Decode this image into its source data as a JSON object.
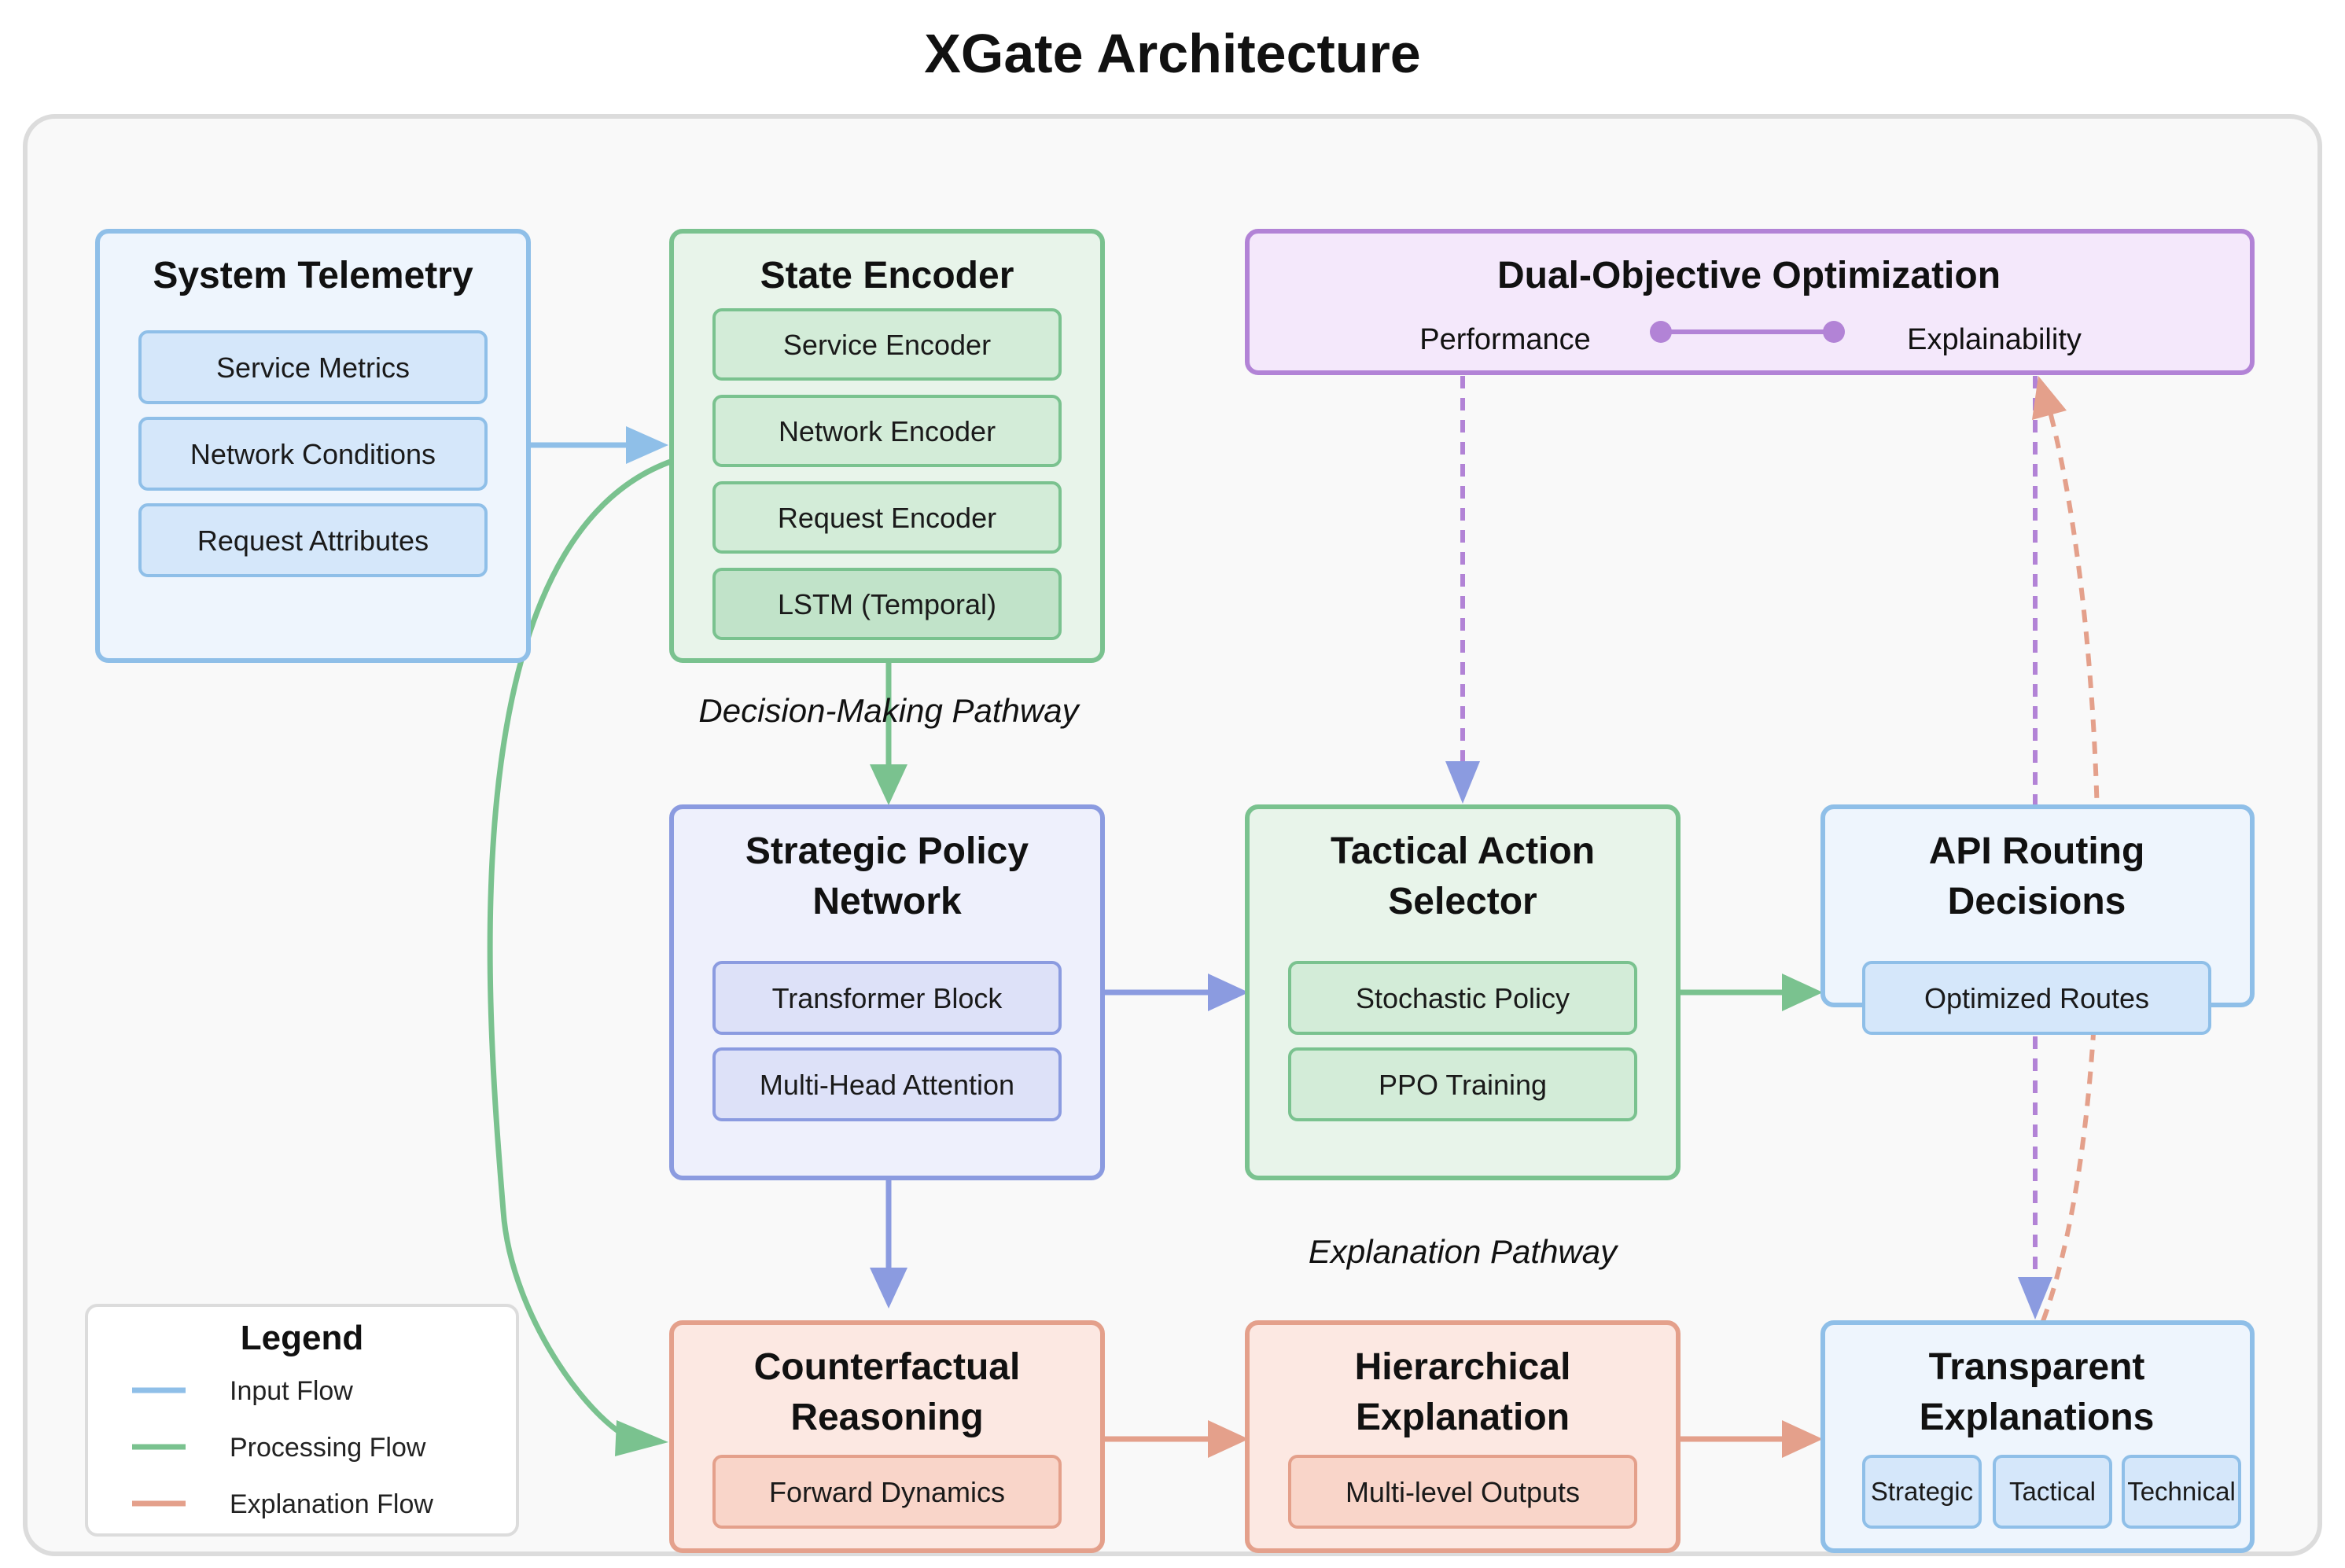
{
  "title": "XGate Architecture",
  "colors": {
    "input": "#8fbfe8",
    "processing": "#7ac28f",
    "policy": "#8b9be0",
    "explanation": "#e4a08b",
    "optimization": "#b283d6"
  },
  "system_telemetry": {
    "title": "System Telemetry",
    "items": [
      "Service Metrics",
      "Network Conditions",
      "Request Attributes"
    ]
  },
  "state_encoder": {
    "title": "State Encoder",
    "items": [
      "Service Encoder",
      "Network Encoder",
      "Request Encoder",
      "LSTM (Temporal)"
    ]
  },
  "dual_objective": {
    "title": "Dual-Objective Optimization",
    "left": "Performance",
    "right": "Explainability"
  },
  "strategic_policy": {
    "title_line1": "Strategic Policy",
    "title_line2": "Network",
    "items": [
      "Transformer Block",
      "Multi-Head Attention"
    ]
  },
  "tactical_action": {
    "title_line1": "Tactical Action",
    "title_line2": "Selector",
    "items": [
      "Stochastic Policy",
      "PPO Training"
    ]
  },
  "api_routing": {
    "title_line1": "API Routing",
    "title_line2": "Decisions",
    "items": [
      "Optimized Routes"
    ]
  },
  "counterfactual": {
    "title_line1": "Counterfactual",
    "title_line2": "Reasoning",
    "items": [
      "Forward Dynamics"
    ]
  },
  "hierarchical": {
    "title_line1": "Hierarchical",
    "title_line2": "Explanation",
    "items": [
      "Multi-level Outputs"
    ]
  },
  "transparent": {
    "title_line1": "Transparent",
    "title_line2": "Explanations",
    "items": [
      "Strategic",
      "Tactical",
      "Technical"
    ]
  },
  "pathways": {
    "decision": "Decision-Making Pathway",
    "explanation": "Explanation Pathway"
  },
  "legend": {
    "title": "Legend",
    "items": [
      "Input Flow",
      "Processing Flow",
      "Explanation Flow"
    ]
  }
}
